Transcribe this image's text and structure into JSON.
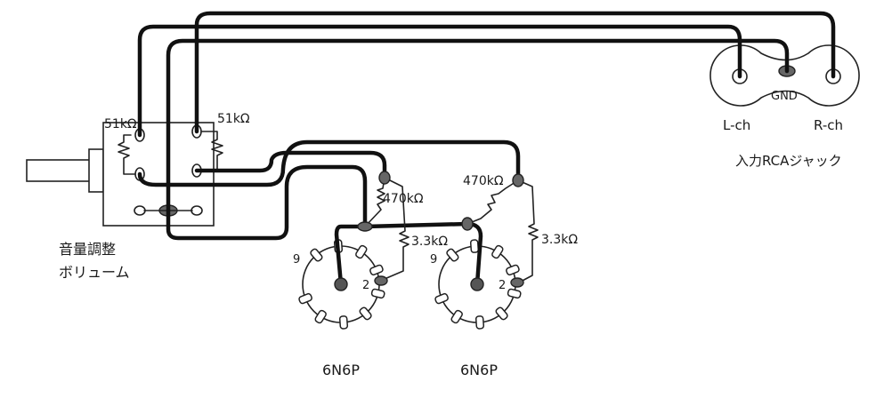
{
  "labels": {
    "vol_r_left": "51kΩ",
    "vol_r_right": "51kΩ",
    "volume_line1": "音量調整",
    "volume_line2": "ボリューム",
    "grid_r_left": "470kΩ",
    "grid_r_right": "470kΩ",
    "plate_r_left": "3.3kΩ",
    "plate_r_right": "3.3kΩ",
    "pin9_left": "9",
    "pin2_left": "2",
    "pin9_right": "9",
    "pin2_right": "2",
    "tube_left": "6N6P",
    "tube_right": "6N6P",
    "gnd": "GND",
    "lch": "L-ch",
    "rch": "R-ch",
    "rca_jack": "入力RCAジャック"
  },
  "icons": {
    "resistor": "resistor-zigzag-icon",
    "socket": "tube-socket-icon",
    "jack": "rca-jack-icon"
  },
  "colors": {
    "ink": "#111111",
    "solder": "#666666",
    "background": "#ffffff"
  }
}
